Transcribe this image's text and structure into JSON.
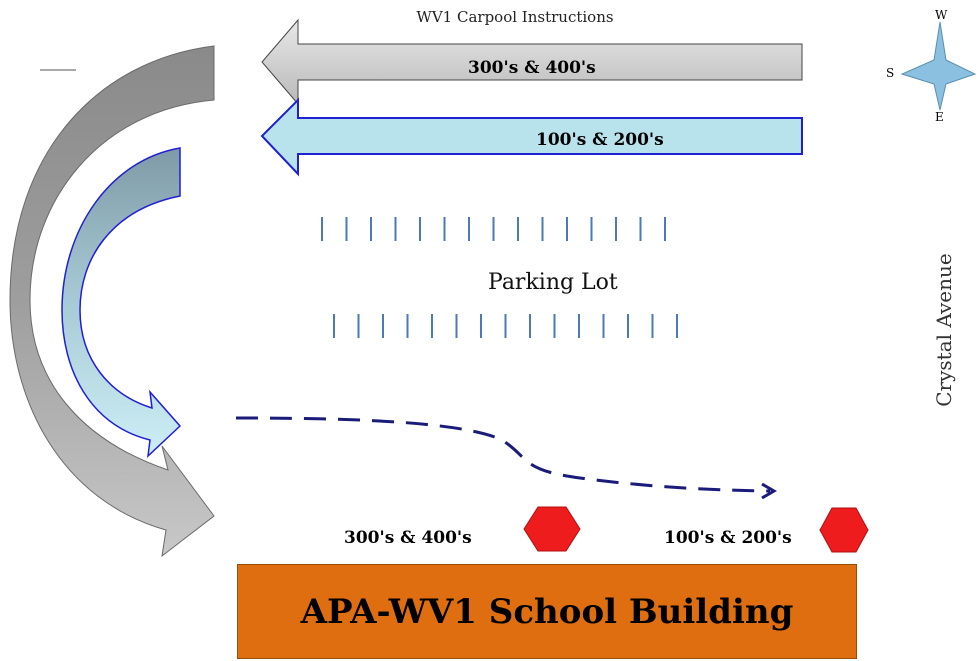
{
  "title": "WV1 Carpool Instructions",
  "arrows": {
    "top_label": "300's & 400's",
    "second_label": "100's & 200's"
  },
  "parking": {
    "label": "Parking Lot"
  },
  "street": {
    "label": "Crystal Avenue"
  },
  "stops": {
    "first_label": "300's & 400's",
    "second_label": "100's & 200's"
  },
  "building": {
    "label": "APA-WV1 School Building"
  },
  "compass": {
    "top": "W",
    "left": "S",
    "bottom": "E"
  },
  "colors": {
    "gray_arrow": "#c9c9c9",
    "blue_arrow": "#b8e3ec",
    "blue_outline": "#1f1fd6",
    "parking_ticks": "#4a7ab8",
    "dashed_path": "#1b1b7a",
    "stop_sign": "#ee1c1c",
    "building": "#de6e10"
  }
}
